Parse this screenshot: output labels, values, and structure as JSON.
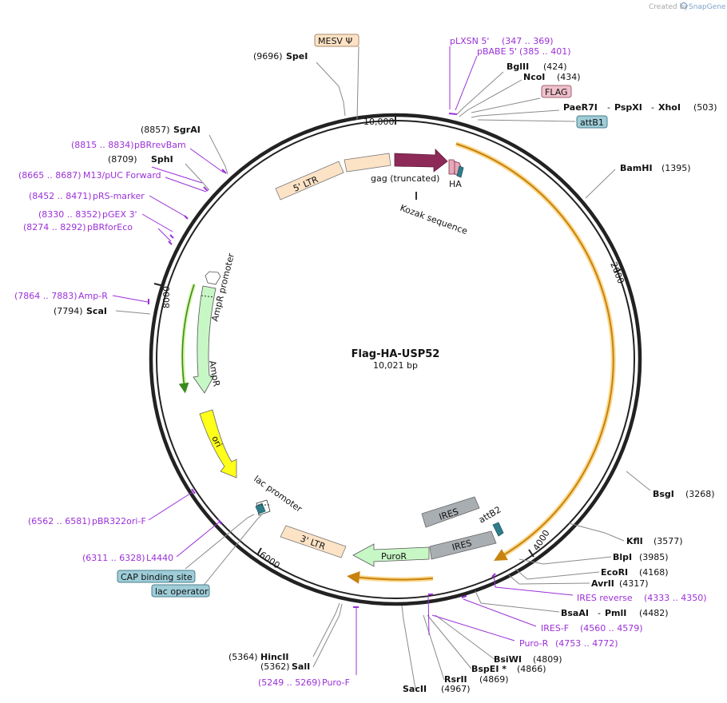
{
  "brand": {
    "created_by": "Created by",
    "name": "SnapGene"
  },
  "plasmid": {
    "name": "Flag-HA-USP52",
    "length": "10,021 bp"
  },
  "ticks": {
    "t10000": "10,000",
    "t2000": "2000",
    "t4000": "4000",
    "t6000": "6000",
    "t8000": "8000"
  },
  "sites": {
    "spei": {
      "pos": "(9696)",
      "name": "SpeI"
    },
    "bglii": {
      "pos": "(424)",
      "name": "BglII"
    },
    "ncoi": {
      "pos": "(434)",
      "name": "NcoI"
    },
    "paer7i": {
      "name": "PaeR7I",
      "sep1": "-",
      "name2": "PspXI",
      "sep2": "-",
      "name3": "XhoI",
      "pos": "(503)"
    },
    "bamhi": {
      "name": "BamHI",
      "pos": "(1395)"
    },
    "bsgi": {
      "name": "BsgI",
      "pos": "(3268)"
    },
    "kfli": {
      "name": "KflI",
      "pos": "(3577)"
    },
    "blpi": {
      "name": "BlpI",
      "pos": "(3985)"
    },
    "ecori": {
      "name": "EcoRI",
      "pos": "(4168)"
    },
    "avrii": {
      "name": "AvrII",
      "pos": "(4317)"
    },
    "bsaai": {
      "name": "BsaAI",
      "sep": "-",
      "name2": "PmlI",
      "pos": "(4482)"
    },
    "bsiwi": {
      "name": "BsiWI",
      "pos": "(4809)"
    },
    "bspei": {
      "name": "BspEI *",
      "pos": "(4866)"
    },
    "rsrii": {
      "name": "RsrII",
      "pos": "(4869)"
    },
    "sacii": {
      "name": "SacII",
      "pos": "(4967)"
    },
    "hincii": {
      "pos": "(5364)",
      "name": "HincII"
    },
    "sali": {
      "pos": "(5362)",
      "name": "SalI"
    },
    "scai": {
      "pos": "(7794)",
      "name": "ScaI"
    },
    "sphi": {
      "pos": "(8709)",
      "name": "SphI"
    },
    "sgrai": {
      "pos": "(8857)",
      "name": "SgrAI"
    }
  },
  "primers": {
    "plxsn": {
      "name": "pLXSN 5'",
      "range": "(347 .. 369)"
    },
    "pbabe": {
      "name": "pBABE 5'",
      "range": "(385 .. 401)"
    },
    "iresrev": {
      "name": "IRES reverse",
      "range": "(4333 .. 4350)"
    },
    "iresf": {
      "name": "IRES-F",
      "range": "(4560 .. 4579)"
    },
    "puror": {
      "name": "Puro-R",
      "range": "(4753 .. 4772)"
    },
    "purof": {
      "range": "(5249 .. 5269)",
      "name": "Puro-F"
    },
    "l4440": {
      "range": "(6311 .. 6328)",
      "name": "L4440"
    },
    "pbr322ori": {
      "range": "(6562 .. 6581)",
      "name": "pBR322ori-F"
    },
    "ampr": {
      "range": "(7864 .. 7883)",
      "name": "Amp-R"
    },
    "pbrforeco": {
      "range": "(8274 .. 8292)",
      "name": "pBRforEco"
    },
    "pgex3": {
      "range": "(8330 .. 8352)",
      "name": "pGEX 3'"
    },
    "prsmarker": {
      "range": "(8452 .. 8471)",
      "name": "pRS-marker"
    },
    "m13puc": {
      "range": "(8665 .. 8687)",
      "name": "M13/pUC Forward"
    },
    "pbrrevbam": {
      "range": "(8815 .. 8834)",
      "name": "pBRrevBam"
    }
  },
  "features": {
    "mesv": "MESV Ψ",
    "flag": "FLAG",
    "attb1": "attB1",
    "attb2": "attB2",
    "cap": "CAP binding site",
    "lacop": "lac operator",
    "ltr5": "5' LTR",
    "ltr3": "3' LTR",
    "gag": "gag (truncated)",
    "ha": "HA",
    "kozak": "Kozak sequence",
    "ampr_promoter": "AmpR promoter",
    "ampr": "AmpR",
    "ori": "ori",
    "lac_promoter": "lac promoter",
    "ires1": "IRES",
    "ires2": "IRES",
    "puror": "PuroR"
  },
  "colors": {
    "backbone": "#222222",
    "enzyme_line": "#8a8a8a",
    "primer": "#9b30d8",
    "ltr": "#fde3c6",
    "gag": "#8e2a58",
    "ampr": "#c8f7c6",
    "ori": "#ffff1a",
    "ires": "#a9aeb2",
    "orf": "#f5a623",
    "attb": "#9ecdd8"
  }
}
